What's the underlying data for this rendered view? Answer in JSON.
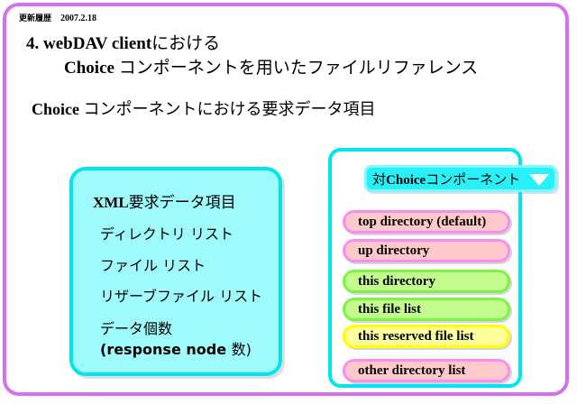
{
  "slide": {
    "revision": {
      "label": "更新履歴",
      "date": "2007.2.18"
    },
    "title": {
      "line1_latin": "4. webDAV client",
      "line1_jp": "における",
      "line2_latin": "Choice ",
      "line2_jp": "コンポーネントを用いたファイルリファレンス"
    },
    "subtitle": {
      "latin": "Choice ",
      "jp": "コンポーネントにおける要求データ項目"
    }
  },
  "xml_panel": {
    "heading_latin": "XML",
    "heading_jp": "要求データ項目",
    "items": [
      "ディレクトリ リスト",
      "ファイル  リスト",
      "リザーブファイル  リスト",
      "データ個数",
      "(response node 数)"
    ],
    "item4_latin": "(response node ",
    "item4_jp": "数)",
    "fill_color": "#9ffbfb",
    "border_color": "#00e5ee"
  },
  "choice_panel": {
    "dropdown": {
      "label_jp_prefix": "対",
      "label_latin": "Choice",
      "label_jp_suffix": "コンポーネント",
      "arrow_icon": "chevron-down-icon",
      "fill_color": "#26f1f9"
    },
    "border_color": "#00e5ee",
    "options": [
      {
        "label": "top directory (default)",
        "style": "opt-pink",
        "fill": "#ffc9cb",
        "border": "#f98ef0"
      },
      {
        "label": "up directory",
        "style": "opt-pink",
        "fill": "#ffc9cb",
        "border": "#f98ef0"
      },
      {
        "label": "this directory",
        "style": "opt-green",
        "fill": "#c3fb8e",
        "border": "#7bf542"
      },
      {
        "label": "this file list",
        "style": "opt-green",
        "fill": "#c3fb8e",
        "border": "#7bf542"
      },
      {
        "label": "this reserved file list",
        "style": "opt-yellow",
        "fill": "#ffff9b",
        "border": "#ffff00"
      },
      {
        "label": "other directory list",
        "style": "opt-pink",
        "fill": "#ffc9cb",
        "border": "#f98ef0"
      }
    ]
  },
  "frame": {
    "border_color": "#d66ff2"
  }
}
